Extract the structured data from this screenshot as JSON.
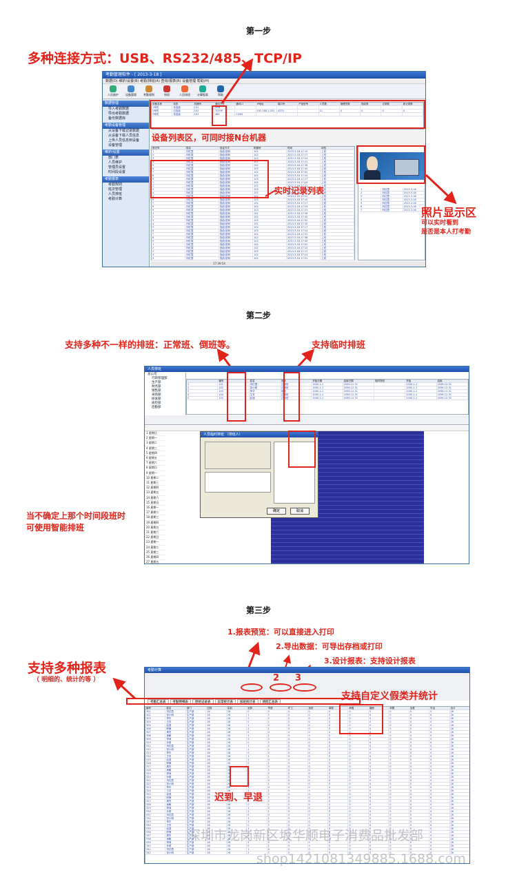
{
  "step1": {
    "title": "第一步",
    "heading": "多种连接方式：USB、RS232/485、TCP/IP",
    "device_list_label": "设备列表区，可同时接N台机器",
    "realtime_label": "实时记录列表",
    "photo_label": "照片显示区",
    "photo_sub1": "可以实时看到",
    "photo_sub2": "是否是本人打考勤",
    "window_title": "考勤管理软件 - [ 2013-3-18 ]",
    "menu": "数据(D) 维护/设置(B) 考勤/排班(A) 查询/报表(R) 设备管理 帮助(H)",
    "toolbar": [
      "人员维护",
      "设备管理",
      "考勤规则",
      "排班",
      "人员排班",
      "计算报表",
      "帮助"
    ],
    "sidebar_sections": [
      {
        "title": "数据管理",
        "items": [
          "导入考勤数据",
          "导出考勤数据",
          "备份数据库"
        ]
      },
      {
        "title": "考勤设备管理",
        "items": [
          "从设备下载记录数据",
          "从设备下载人员信息",
          "上传人员信息到设备",
          "设备管理"
        ]
      },
      {
        "title": "维护/设置",
        "items": [
          "部门表",
          "人员维护",
          "管理员设置",
          "时间段设置"
        ]
      },
      {
        "title": "考勤报表",
        "items": [
          "考勤规则",
          "班次管理",
          "人员排班",
          "考勤计算"
        ]
      }
    ],
    "device_headers": [
      "设备名称",
      "状态",
      "机器号",
      "通讯方式",
      "通讯口",
      "IP地址",
      "端口号",
      "产品型号",
      "人员数",
      "管理员数",
      "指纹数",
      "记录数",
      "新记录数"
    ],
    "device_rows": [
      [
        "1号机",
        "未连接",
        "101",
        "USB",
        "",
        "",
        "",
        "",
        "",
        "",
        "",
        "",
        ""
      ],
      [
        "2号机",
        "已连接",
        "102",
        "TCP/IP",
        "",
        "192.168.1.201",
        "4370",
        "",
        "11",
        "0",
        "0",
        "0",
        "0"
      ],
      [
        "3号机",
        "未连接",
        "103",
        "485",
        "COM1",
        "",
        "",
        "",
        "",
        "",
        "",
        "",
        ""
      ]
    ],
    "record_headers": [
      "登记号",
      "姓名",
      "验证方式",
      "机器号",
      "时间",
      "状态"
    ],
    "record_name": "刘红霞",
    "record_verify": "指纹/密码",
    "record_date": "2013-3-18",
    "status_text": "17:39:54"
  },
  "step2": {
    "title": "第二步",
    "label1": "支持多种不一样的排班：正常班、倒班等。",
    "label2": "支持临时排班",
    "label3a": "当不确定上那个时间段班时",
    "label3b": "可使用智能排班",
    "window_title": "人员排班",
    "dialog_title": "人员临时排班 （排班人）",
    "dialog_ok": "确定",
    "dialog_cancel": "取消",
    "tree": [
      "总公司",
      "行政管理部",
      "生产部",
      "财务部",
      "销售部",
      "采购部",
      "研发部",
      "质检部",
      "后勤部"
    ],
    "sched_rows": [
      [
        "1",
        "101",
        "刘红霞",
        "正常班",
        "2000-1-1",
        "2099-12-31"
      ],
      [
        "2",
        "102",
        "张小明",
        "正常班",
        "2000-1-1",
        "2099-12-31"
      ],
      [
        "3",
        "103",
        "李华",
        "倒班",
        "2000-1-1",
        "2099-12-31"
      ],
      [
        "4",
        "104",
        "王芳",
        "正常班",
        "2000-1-1",
        "2099-12-31"
      ],
      [
        "5",
        "105",
        "赵强",
        "正常班",
        "2000-1-1",
        "2099-12-31"
      ]
    ],
    "day_prefix": "星期"
  },
  "step3": {
    "title": "第三步",
    "label1": "1.报表预览：可以直接进入打印",
    "label2": "2.导出数据：可导出存档或打印",
    "label3": "3.设计报表：支持设计报表",
    "label_left": "支持多种报表",
    "label_left_sub": "（ 明细的、统计的等 ）",
    "label_custom": "支持自定义假类并统计",
    "label_late": "迟到、早退",
    "num2": "2",
    "num3": "3",
    "window_title": "考勤计算",
    "tab_labels": [
      "考勤汇总表",
      "考勤明细表",
      "原始记录表",
      "异常统计表",
      "加班统计表",
      "请假汇总表"
    ],
    "report_names": [
      "刘红霞",
      "张小明",
      "李华",
      "王芳",
      "赵强",
      "陈静",
      "周杰",
      "吴敏",
      "郑涛",
      "孙丽"
    ]
  },
  "watermark1": "深圳市龙岗新区坂华顺电子消费品批发部",
  "watermark2": "shop1421081349885.1688.com"
}
